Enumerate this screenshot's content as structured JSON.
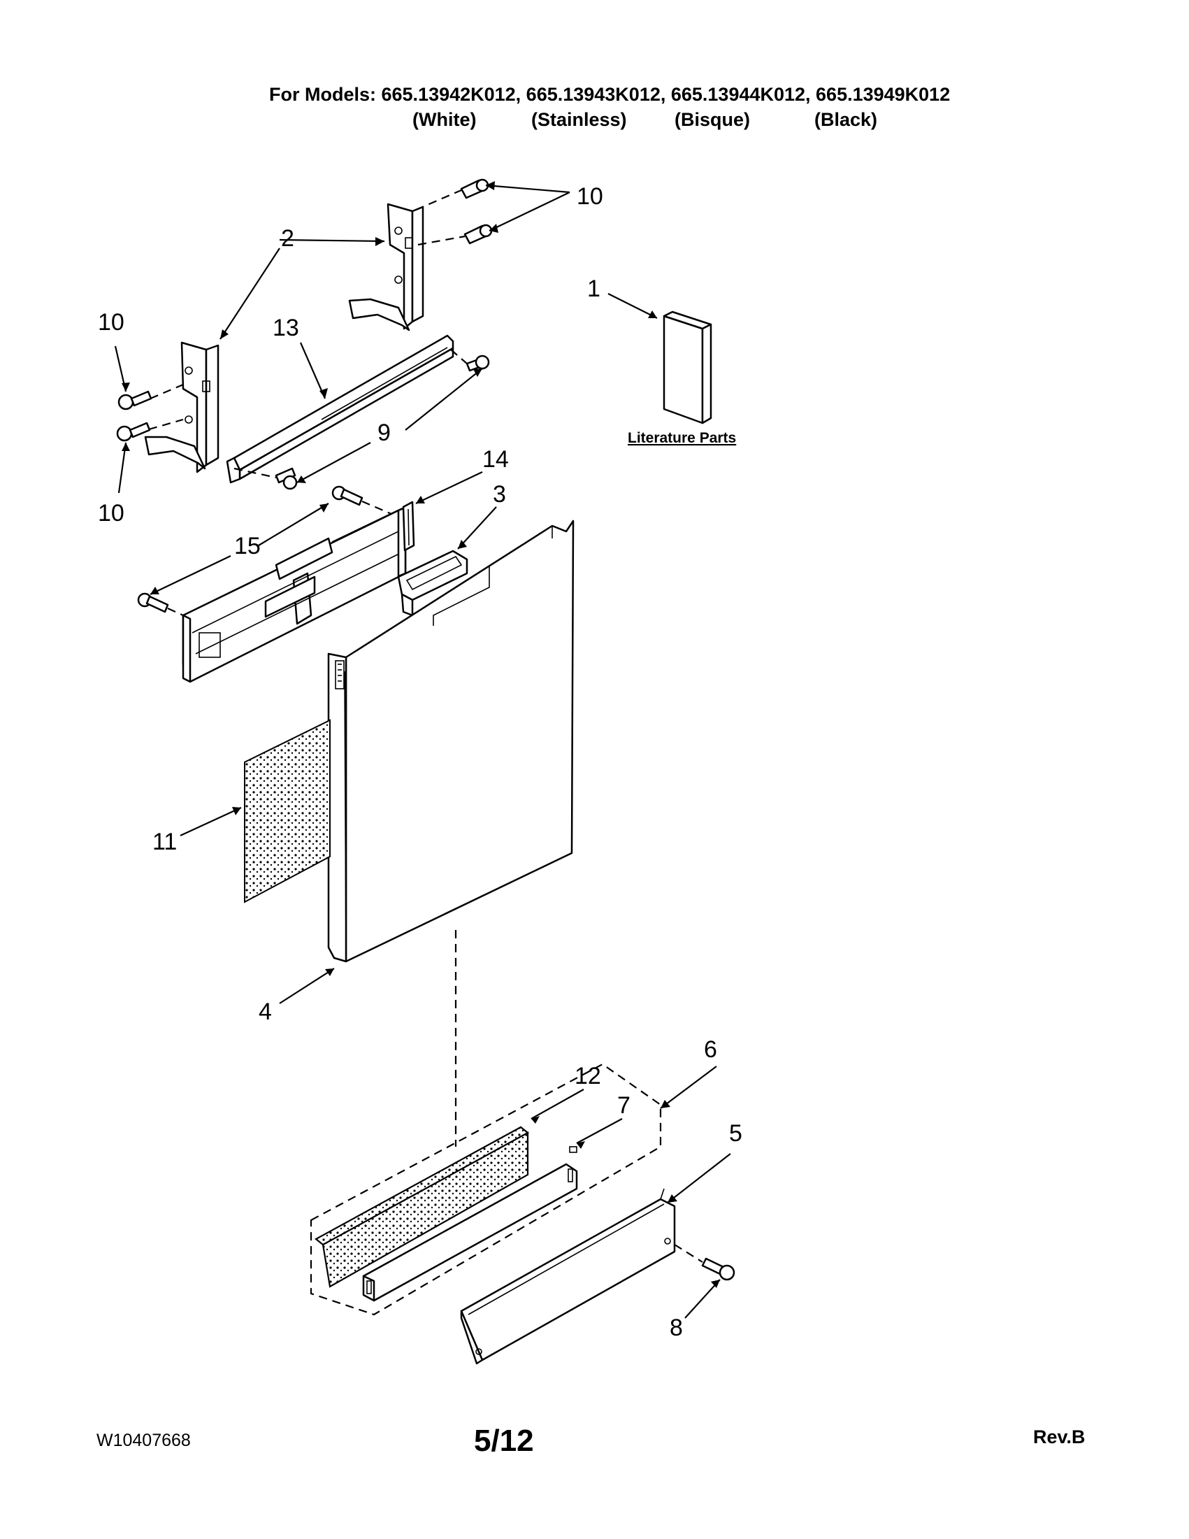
{
  "header": {
    "models_line": "For Models: 665.13942K012, 665.13943K012, 665.13944K012, 665.13949K012",
    "colors": {
      "white": "(White)",
      "stainless": "(Stainless)",
      "bisque": "(Bisque)",
      "black": "(Black)"
    }
  },
  "diagram": {
    "literature_label": "Literature Parts",
    "callouts": {
      "c1": "1",
      "c2": "2",
      "c3": "3",
      "c4": "4",
      "c5": "5",
      "c6": "6",
      "c7": "7",
      "c8": "8",
      "c9": "9",
      "c10_top": "10",
      "c10_left_upper": "10",
      "c10_left_lower": "10",
      "c11": "11",
      "c12": "12",
      "c13": "13",
      "c14": "14",
      "c15": "15"
    }
  },
  "footer": {
    "doc_number": "W10407668",
    "page": "5/12",
    "revision": "Rev.B"
  }
}
